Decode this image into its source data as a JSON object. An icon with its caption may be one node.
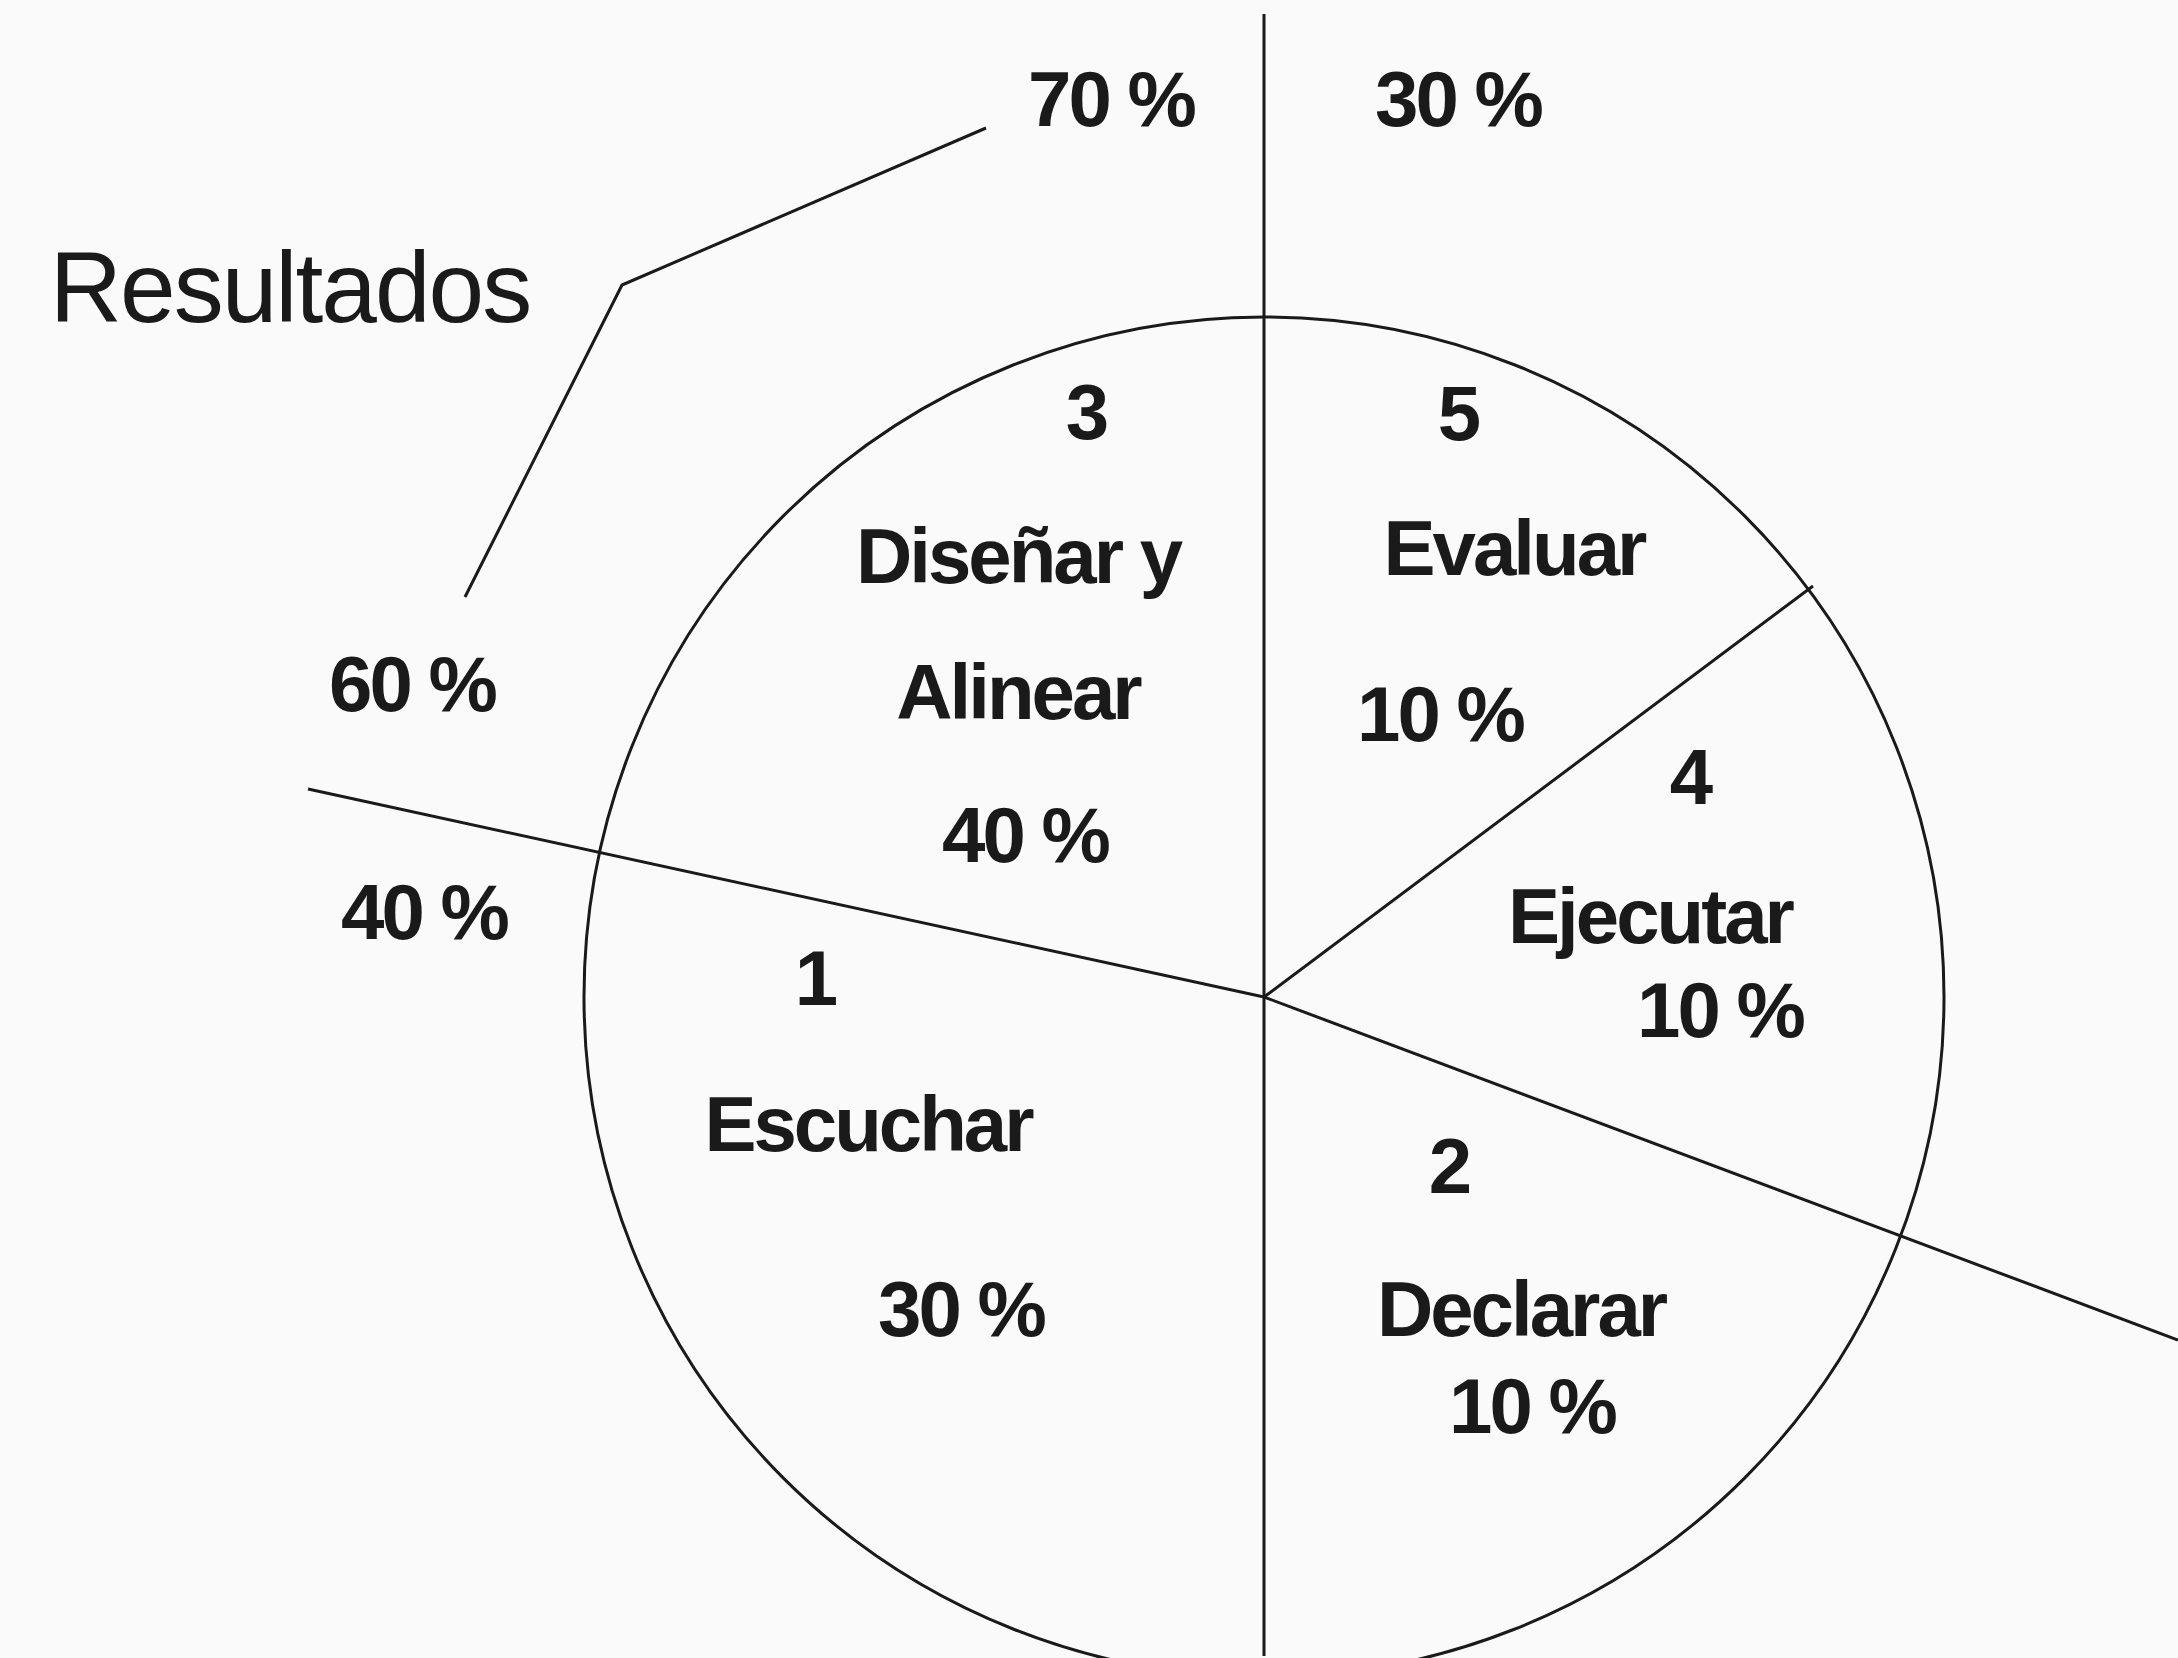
{
  "diagram": {
    "nodes": [
      {
        "text": [
          "3",
          "Diseñar y Alinear",
          "40 %"
        ]
      },
      {
        "text": [
          "5",
          "Evaluar",
          "10 %"
        ]
      },
      {
        "text": [
          "4",
          "Ejecutar",
          "10 %"
        ]
      },
      {
        "text": [
          "1",
          "Escuchar",
          "30 %"
        ]
      },
      {
        "text": [
          "2",
          "Declarar",
          "10 %"
        ]
      }
    ],
    "labels": [
      "70 %",
      "30 %",
      "Resultados",
      "60 %",
      "40 %"
    ]
  }
}
